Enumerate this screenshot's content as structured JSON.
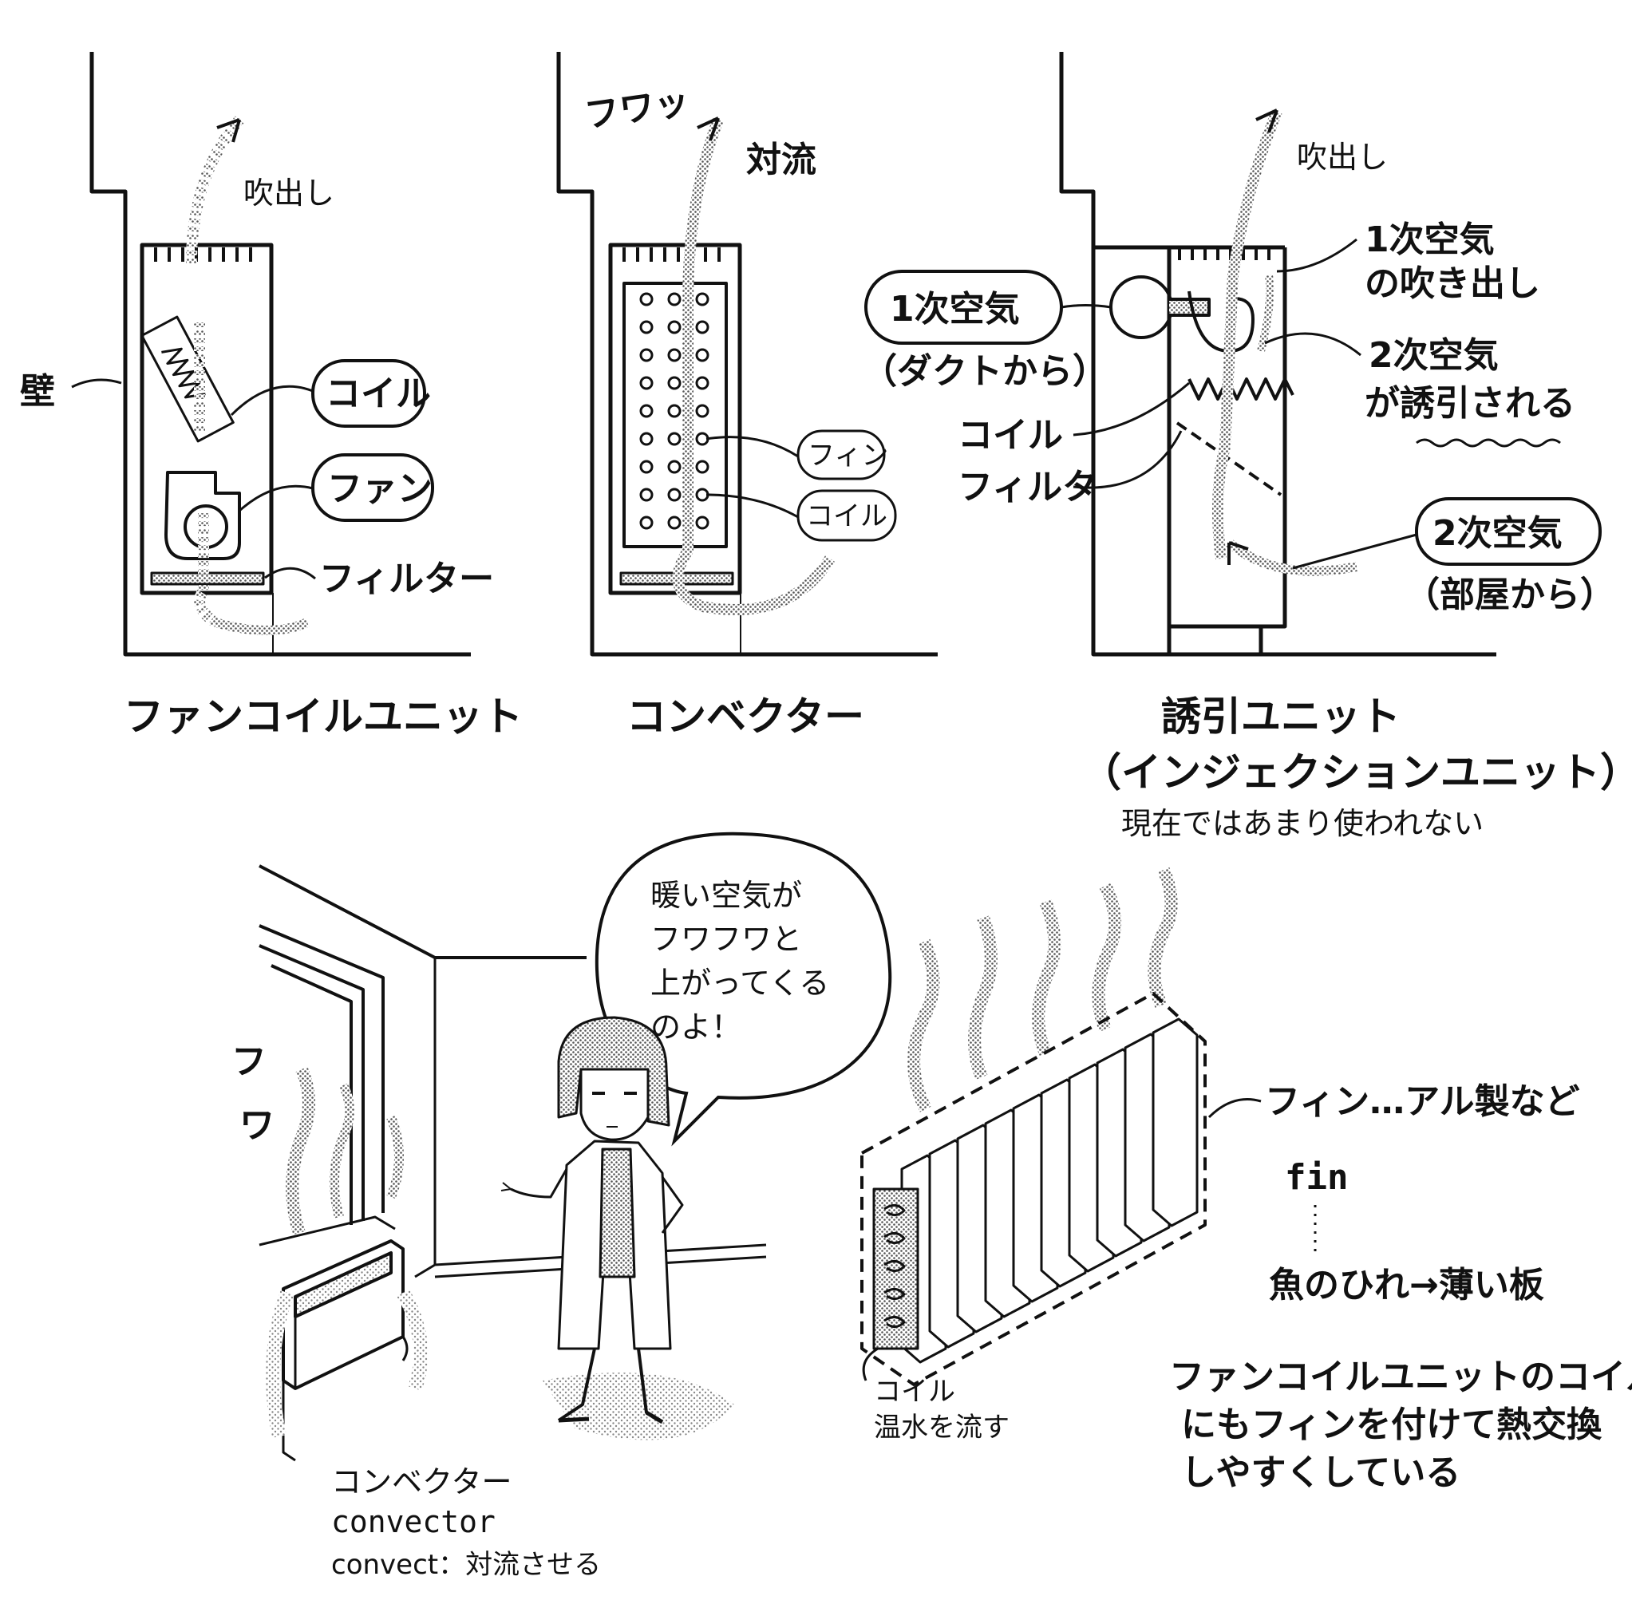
{
  "colors": {
    "ink": "#111111",
    "paper": "#ffffff",
    "screen": "#9a9a9a"
  },
  "panels": {
    "fan_coil": {
      "title": "ファンコイルユニット",
      "outlet": "吹出し",
      "wall": "壁",
      "coil": "コイル",
      "fan": "ファン",
      "filter": "フィルター"
    },
    "convector": {
      "title": "コンベクター",
      "sound": "フワッ",
      "convection": "対流",
      "fin": "フィン",
      "coil": "コイル"
    },
    "induction": {
      "title": "誘引ユニット",
      "subtitle": "（インジェクションユニット）",
      "note": "現在ではあまり使われない",
      "outlet": "吹出し",
      "primary_out_1": "1次空気",
      "primary_out_2": "の吹き出し",
      "primary_in_1": "1次空気",
      "primary_in_2": "（ダクトから）",
      "secondary_induced_1": "2次空気",
      "secondary_induced_2": "が誘引される",
      "coil": "コイル",
      "filter": "フィルタ",
      "secondary_room_1": "2次空気",
      "secondary_room_2": "（部屋から）"
    }
  },
  "speech": {
    "line1": "暖い空気が",
    "line2": "フワフワと",
    "line3": "上がってくる",
    "line4": "のよ！"
  },
  "room": {
    "sound_1": "フ",
    "sound_2": "ワ",
    "caption_1": "コンベクター",
    "caption_2": "convector",
    "caption_3": "convect：対流させる"
  },
  "fin_detail": {
    "fin_label": "フィン…アル製など",
    "fin_en": "fin",
    "meaning": "魚のひれ→薄い板",
    "coil_1": "コイル",
    "coil_2": "温水を流す",
    "note_1": "ファンコイルユニットのコイル",
    "note_2": "にもフィンを付けて熱交換",
    "note_3": "しやすくしている"
  }
}
